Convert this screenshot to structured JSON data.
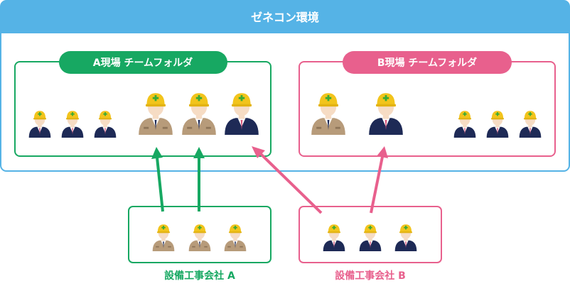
{
  "environment": {
    "title": "ゼネコン環境"
  },
  "sites": {
    "a": {
      "label": "A現場 チームフォルダ"
    },
    "b": {
      "label": "B現場 チームフォルダ"
    }
  },
  "companies": {
    "a": {
      "label": "設備工事会社 A"
    },
    "b": {
      "label": "設備工事会社 B"
    }
  },
  "colors": {
    "env_header": "#55b3e6",
    "env_border": "#55b3e6",
    "green": "#17a862",
    "pink": "#e8608d",
    "helmet": "#f2c41c",
    "helmet_cross": "#3aaa35",
    "skin": "#f6dcc4",
    "navy_suit": "#1e2a56",
    "khaki_suit": "#b79b7a"
  },
  "icons": {
    "worker_navy": "worker-navy-suit-icon",
    "worker_khaki": "worker-khaki-suit-icon"
  }
}
